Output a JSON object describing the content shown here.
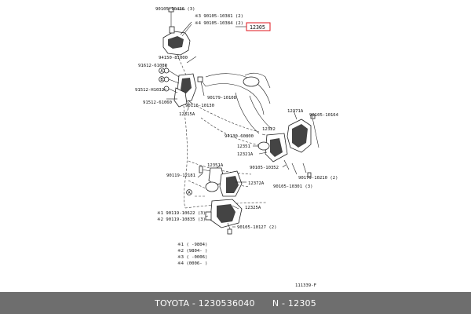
{
  "diagram": {
    "highlight_color": "#e0141e",
    "labels": {
      "p90105_10436": "90105-10436 (3)",
      "p90105_10381": "※3 90105-10381 (2)",
      "p90105_10384": "※4 90105-10384 (2)",
      "p12305": "12305",
      "p94150": "94150-81000",
      "p91612": "91612-61080",
      "p91512": "91512-H1032",
      "p91512b": "91512-61060",
      "p90179_10108": "90179-10108",
      "p90116": "90116-10130",
      "p12315A": "12315A",
      "p12371A": "12371A",
      "p90105_10164": "90105-10164",
      "p12322": "12322",
      "p94130": "94130-60800",
      "p12351": "12351",
      "p12321A": "12321A",
      "p90105_10352": "90105-10352",
      "p90179_10210": "90179-10210 (2)",
      "p90105_10301": "90105-10301 (3)",
      "p12351A": "12351A",
      "p90119_12181": "90119-12181",
      "p12372A": "12372A",
      "p12325A": "12325A",
      "p90119_10622": "※1 90119-10622 (3)",
      "p90119_10835": "※2 90119-10835 (3)",
      "p90105_10127": "90105-10127 (2)"
    },
    "notes": [
      "※1      (   -9804)",
      "※2    (9804-      )",
      "※3      (   -0006)",
      "※4    (0006-      )"
    ],
    "ref_code": "111339-F",
    "callouts": [
      "A",
      "B",
      "A"
    ]
  },
  "footer": {
    "text": "TOYOTA - 1230536040      N - 12305"
  }
}
